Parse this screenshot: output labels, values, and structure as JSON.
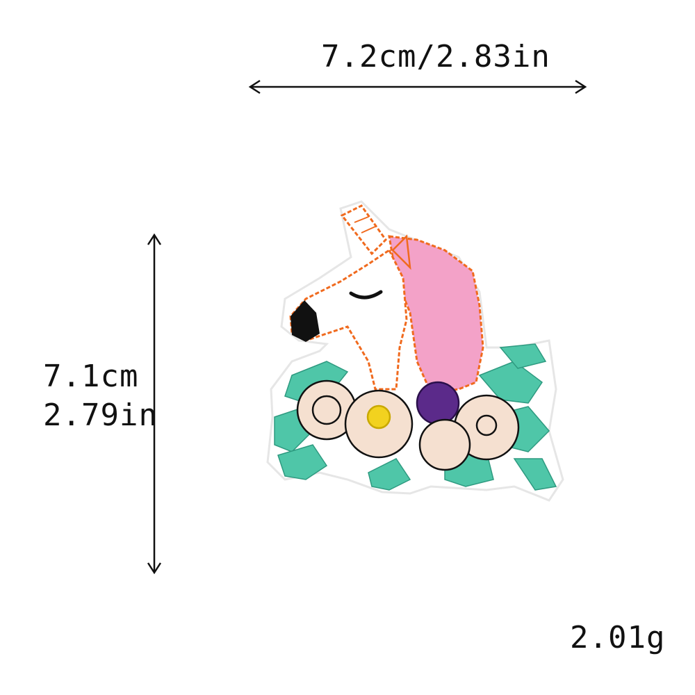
{
  "dimensions": {
    "width_label": "7.2cm/2.83in",
    "height_cm": "7.1cm",
    "height_in": "2.79in",
    "weight": "2.01g"
  },
  "product": {
    "icon": "unicorn-patch-icon",
    "colors": {
      "outline": "#f06a1e",
      "mane": "#f3a2c8",
      "leaves": "#4fc6a8",
      "petals": "#f5e0d0",
      "accent_flower": "#5b2a8a",
      "flower_center": "#f2d21f"
    }
  }
}
